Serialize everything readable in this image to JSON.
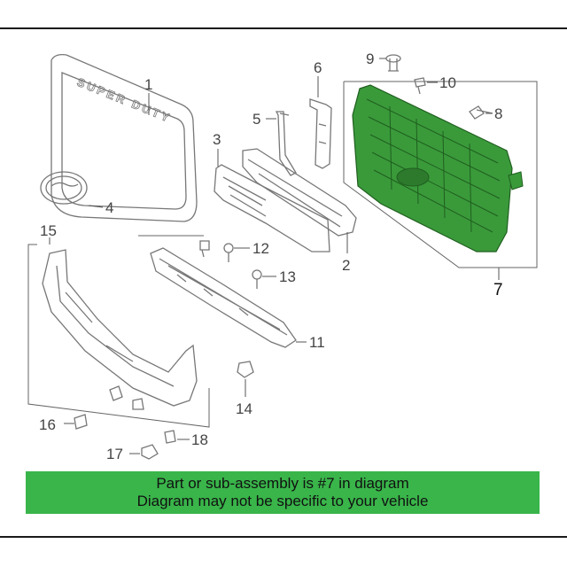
{
  "banner": {
    "line1": "Part or sub-assembly is #7 in diagram",
    "line2": "Diagram may not be specific to your vehicle"
  },
  "diagram": {
    "emblem_text": "SUPER DUTY",
    "highlight_color": "#3a9a3a",
    "banner_color": "#39b54a",
    "callouts": {
      "c1": "1",
      "c2": "2",
      "c3": "3",
      "c4": "4",
      "c5": "5",
      "c6": "6",
      "c7": "7",
      "c8": "8",
      "c9": "9",
      "c10": "10",
      "c11": "11",
      "c12": "12",
      "c13": "13",
      "c14": "14",
      "c15": "15",
      "c16": "16",
      "c17": "17",
      "c18": "18"
    }
  }
}
